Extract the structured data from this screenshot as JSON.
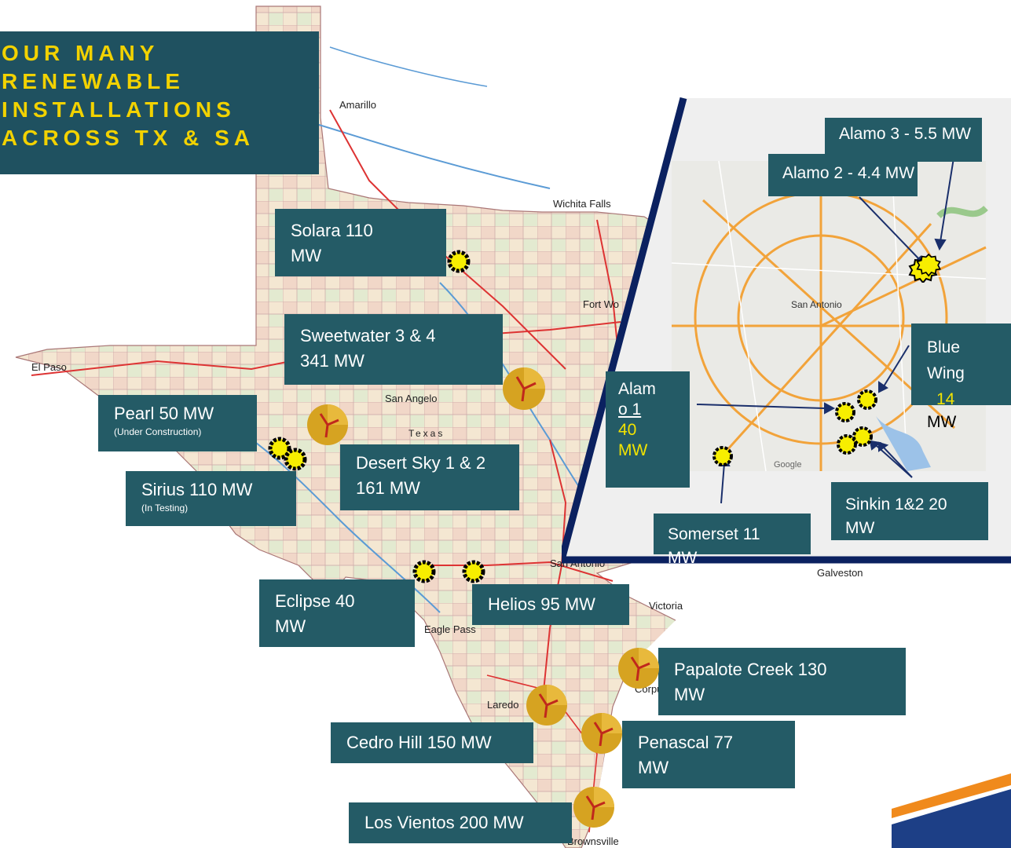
{
  "title": {
    "lines": [
      "OUR MANY",
      "RENEWABLE",
      "INSTALLATIONS",
      "ACROSS TX & SA"
    ]
  },
  "colors": {
    "label_bg": "#245b66",
    "title_bg": "#1f5160",
    "title_text": "#f2d200",
    "solar_fill": "#f7ee00",
    "wind_fill": "#d6a321",
    "inset_border": "#0b2160",
    "accent_orange": "#f08a1c",
    "accent_blue": "#1d3f86"
  },
  "installations": [
    {
      "name": "Solara",
      "line1": "Solara  110",
      "line2": "MW",
      "type": "solar"
    },
    {
      "name": "Sweetwater",
      "line1": "Sweetwater 3 & 4",
      "line2": "341 MW",
      "type": "wind"
    },
    {
      "name": "Pearl",
      "line1": "Pearl  50 MW",
      "sub": "(Under Construction)",
      "type": "solar"
    },
    {
      "name": "Sirius",
      "line1": "Sirius  110 MW",
      "sub": "(In Testing)",
      "type": "solar"
    },
    {
      "name": "Desert Sky",
      "line1": "Desert Sky 1 & 2",
      "line2": "161 MW",
      "type": "wind"
    },
    {
      "name": "Eclipse",
      "line1": "Eclipse 40",
      "line2": "MW",
      "type": "solar"
    },
    {
      "name": "Helios",
      "line1": "Helios 95 MW",
      "type": "solar"
    },
    {
      "name": "Papalote Creek",
      "line1": "Papalote Creek  130",
      "line2": "MW",
      "type": "wind"
    },
    {
      "name": "Cedro Hill",
      "line1": "Cedro Hill 150 MW",
      "type": "wind"
    },
    {
      "name": "Penascal",
      "line1": "Penascal 77",
      "line2": "MW",
      "type": "wind"
    },
    {
      "name": "Los Vientos",
      "line1": "Los Vientos 200 MW",
      "type": "wind"
    }
  ],
  "inset": {
    "city": "San Antonio",
    "alamo3": "Alamo 3 - 5.5 MW",
    "alamo2": "Alamo 2 - 4.4 MW",
    "alamo1_a": "Alam",
    "alamo1_b": "o 1",
    "alamo1_c": "40",
    "alamo1_d": "MW",
    "bluewing_a": "Blue",
    "bluewing_b": "Wing",
    "bluewing_c": "14",
    "bluewing_d": "MW",
    "sinkin_a": "Sinkin 1&2 20",
    "sinkin_b": "MW",
    "somerset_a": "Somerset 11",
    "somerset_b": "MW"
  },
  "map_places": [
    "El Paso",
    "Amarillo",
    "Wichita Falls",
    "Fort Worth",
    "San Angelo",
    "San Antonio",
    "Laredo",
    "Corpus",
    "Brownsville",
    "Galveston",
    "Victoria",
    "Eagle Pass",
    "Texas"
  ]
}
